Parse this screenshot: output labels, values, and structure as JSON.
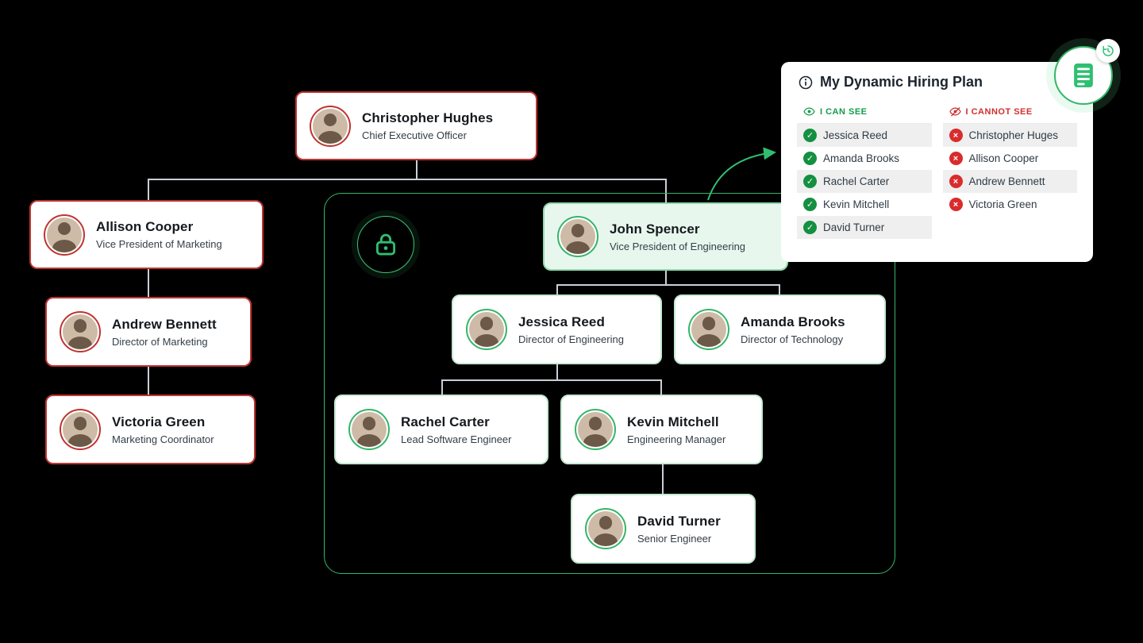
{
  "org": {
    "nodes": {
      "ceo": {
        "name": "Christopher Hughes",
        "title": "Chief Executive Officer"
      },
      "vp_marketing": {
        "name": "Allison Cooper",
        "title": "Vice President of Marketing"
      },
      "dir_marketing": {
        "name": "Andrew Bennett",
        "title": "Director of Marketing"
      },
      "marketing_coordinator": {
        "name": "Victoria Green",
        "title": "Marketing Coordinator"
      },
      "vp_engineering": {
        "name": "John Spencer",
        "title": "Vice President of Engineering"
      },
      "dir_engineering": {
        "name": "Jessica Reed",
        "title": "Director of Engineering"
      },
      "dir_technology": {
        "name": "Amanda Brooks",
        "title": "Director of Technology"
      },
      "lead_engineer": {
        "name": "Rachel Carter",
        "title": "Lead Software Engineer"
      },
      "eng_manager": {
        "name": "Kevin Mitchell",
        "title": "Engineering Manager"
      },
      "senior_engineer": {
        "name": "David Turner",
        "title": "Senior Engineer"
      }
    }
  },
  "panel": {
    "title": "My Dynamic Hiring Plan",
    "can_see": {
      "header": "I CAN SEE",
      "items": [
        "Jessica Reed",
        "Amanda Brooks",
        "Rachel Carter",
        "Kevin Mitchell",
        "David Turner"
      ]
    },
    "cannot_see": {
      "header": "I CANNOT SEE",
      "items": [
        "Christopher Huges",
        "Allison Cooper",
        "Andrew Bennett",
        "Victoria Green"
      ]
    }
  },
  "icons": {
    "check": "✓",
    "cross": "×"
  },
  "colors": {
    "background": "#000000",
    "accent_green": "#2fbf71",
    "zone_border_green": "#35b568",
    "accent_red": "#bf3430",
    "can_see_green": "#149c4a",
    "cannot_see_red": "#d32f2f",
    "selected_card_bg": "#e7f7ee",
    "shaded_row": "#efefef",
    "connector": "#c9cfd7"
  }
}
